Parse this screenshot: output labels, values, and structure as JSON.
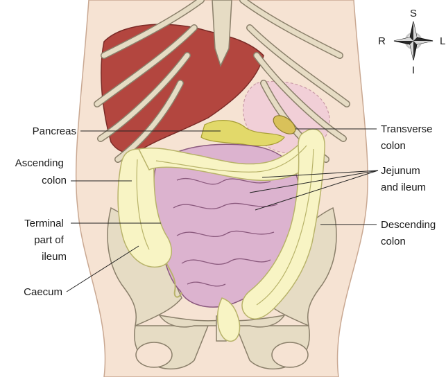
{
  "compass": {
    "north": "S",
    "south": "I",
    "west": "R",
    "east": "L"
  },
  "labels": {
    "pancreas": "Pancreas",
    "ascending_colon": [
      "Ascending",
      "colon"
    ],
    "terminal_ileum": [
      "Terminal",
      "part of",
      "ileum"
    ],
    "caecum": "Caecum",
    "transverse_colon": [
      "Transverse",
      "colon"
    ],
    "jejunum_ileum": [
      "Jejunum",
      "and ileum"
    ],
    "descending_colon": [
      "Descending",
      "colon"
    ]
  },
  "colors": {
    "skin": "#f6e3d3",
    "bone": "#e6dcc4",
    "bone_outline": "#8a7f6a",
    "liver": "#b3463f",
    "colon": "#f8f4c4",
    "colon_outline": "#b8b36a",
    "small_intestine": "#dcb3cf",
    "small_intestine_outline": "#8b5a7e",
    "pancreas": "#e2d96a",
    "stomach": "#f1cfd7"
  }
}
